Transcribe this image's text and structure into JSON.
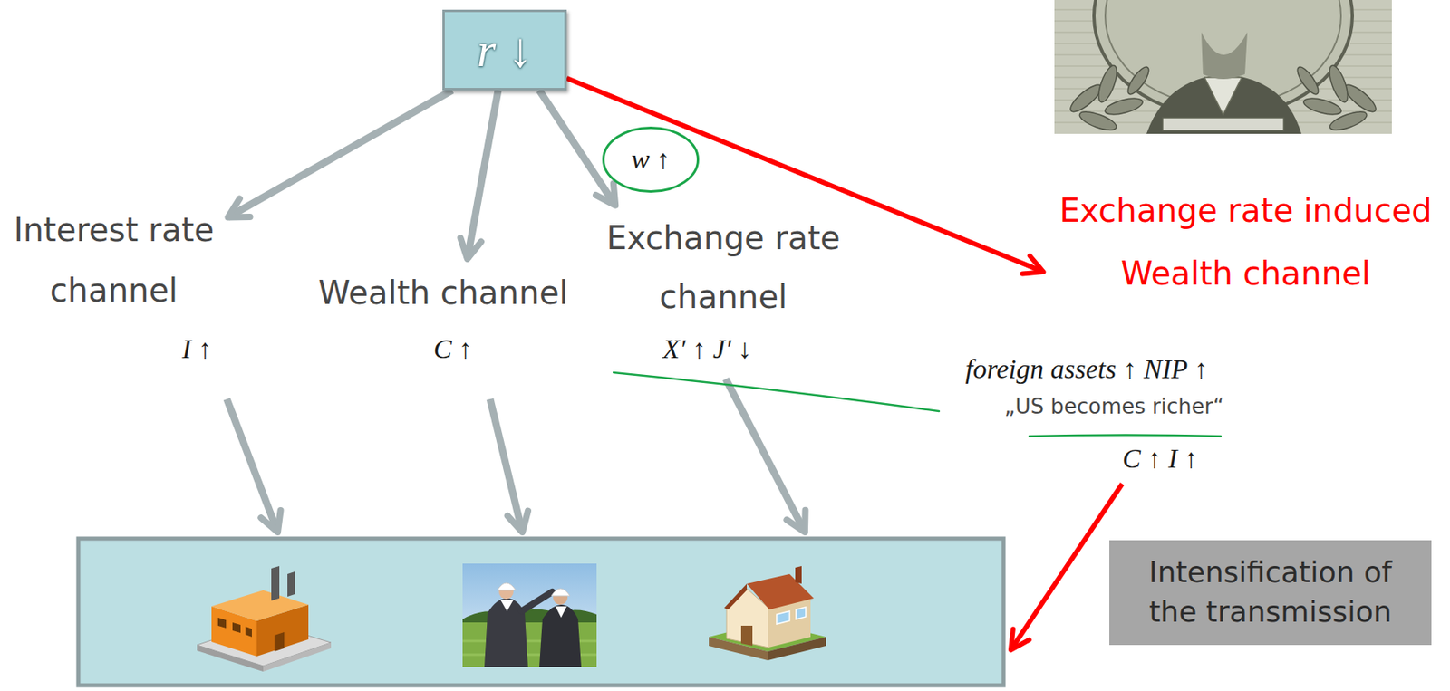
{
  "diagram": {
    "nodes": [
      {
        "text": [
          "r ↓"
        ]
      },
      {
        "text": [
          "Interest rate channel",
          "I ↑"
        ]
      },
      {
        "text": [
          "Wealth channel",
          "C ↑"
        ]
      },
      {
        "text": [
          "w ↑"
        ]
      },
      {
        "text": [
          "Exchange rate channel",
          "X′ ↑ J′ ↓"
        ]
      },
      {
        "text": [
          "Exchange rate induced Wealth channel"
        ]
      },
      {
        "text": [
          "Intensification of the transmission"
        ]
      }
    ],
    "edges": [
      {
        "from": 0,
        "to": 1,
        "arrow": "to"
      },
      {
        "from": 0,
        "to": 2,
        "arrow": "to"
      },
      {
        "from": 0,
        "to": 4,
        "arrow": "to"
      },
      {
        "from": 0,
        "to": 5,
        "arrow": "to"
      }
    ],
    "labels": [
      "foreign assets ↑ NIP ↑",
      "„US becomes richer“",
      "C ↑ I ↑"
    ]
  }
}
